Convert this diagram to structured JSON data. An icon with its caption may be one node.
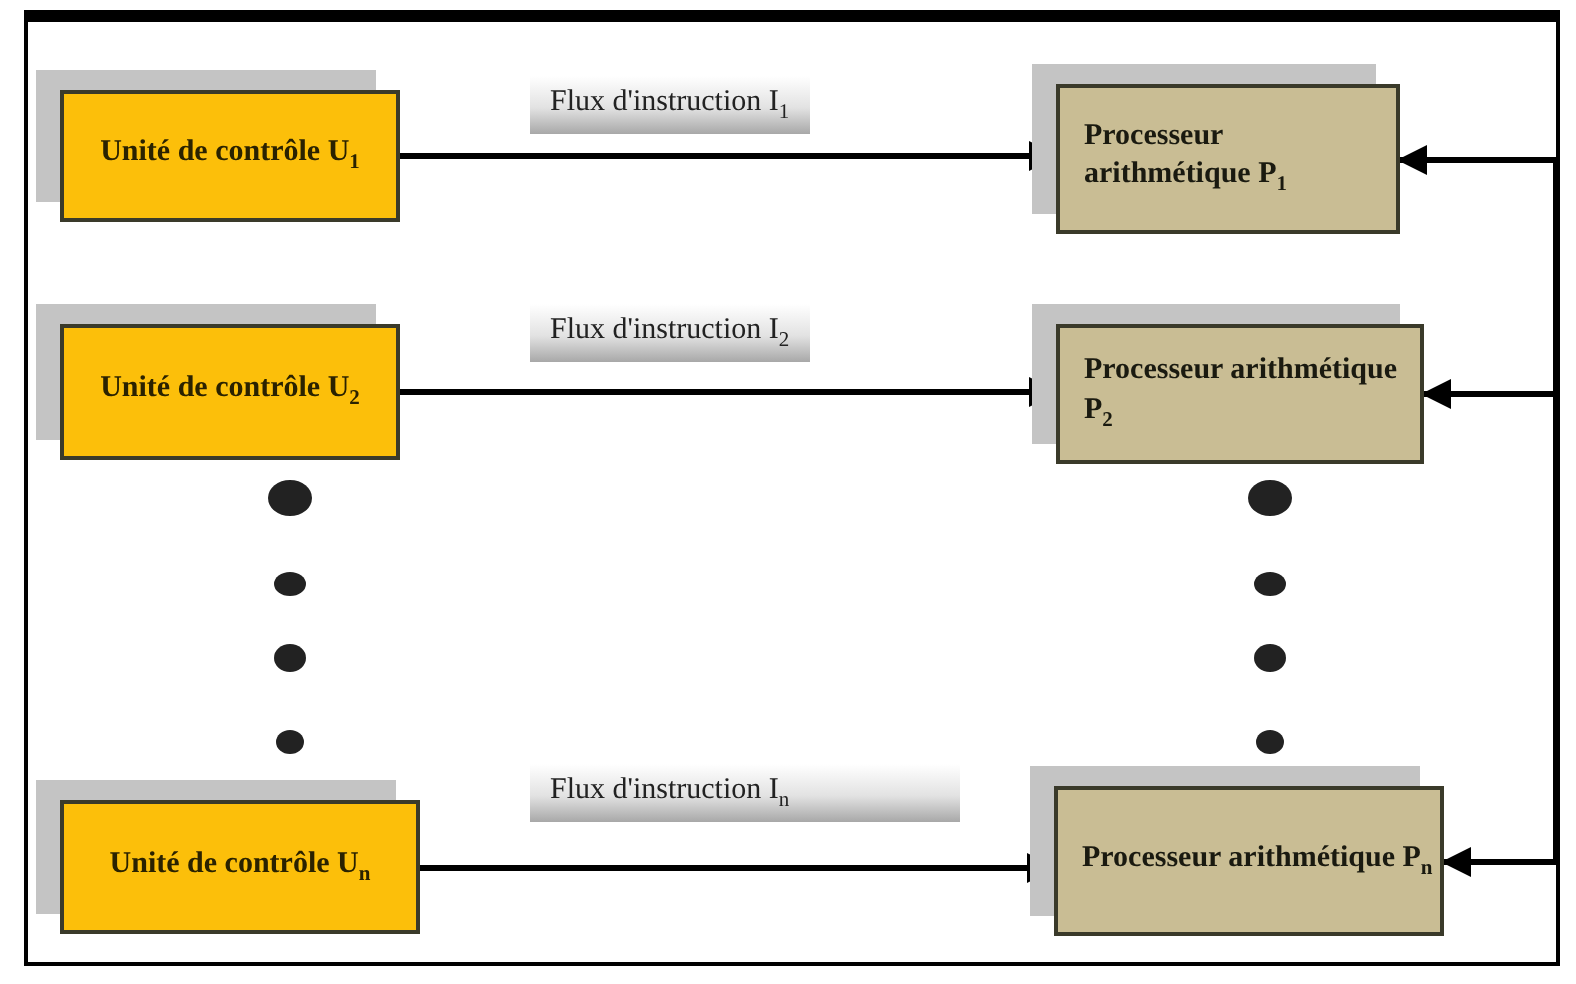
{
  "diagram": {
    "nodes": [
      {
        "text": [
          "Unité de contrôle U$_{1}$"
        ]
      },
      {
        "text": [
          "Processeur arithmétique P$_{1}$"
        ]
      },
      {
        "text": [
          "Unité de contrôle U$_{2}$"
        ]
      },
      {
        "text": [
          "Processeur arithmétique P$_{2}$"
        ]
      },
      {
        "text": [
          "Unité de contrôle U$_{n}$"
        ]
      },
      {
        "text": [
          "Processeur arithmétique P$_{n}$"
        ]
      }
    ],
    "edges": [
      {
        "from": 0,
        "to": 1,
        "arrow": "to",
        "label": "Flux d'instruction I$_{1}$"
      },
      {
        "from": 2,
        "to": 3,
        "arrow": "to",
        "label": "Flux d'instruction I$_{2}$"
      },
      {
        "from": 4,
        "to": 5,
        "arrow": "to",
        "label": "Flux d'instruction I$_{n}$"
      },
      {
        "from": null,
        "to": 1,
        "arrow": "to"
      },
      {
        "from": null,
        "to": 3,
        "arrow": "to"
      },
      {
        "from": null,
        "to": 5,
        "arrow": "to"
      }
    ]
  }
}
